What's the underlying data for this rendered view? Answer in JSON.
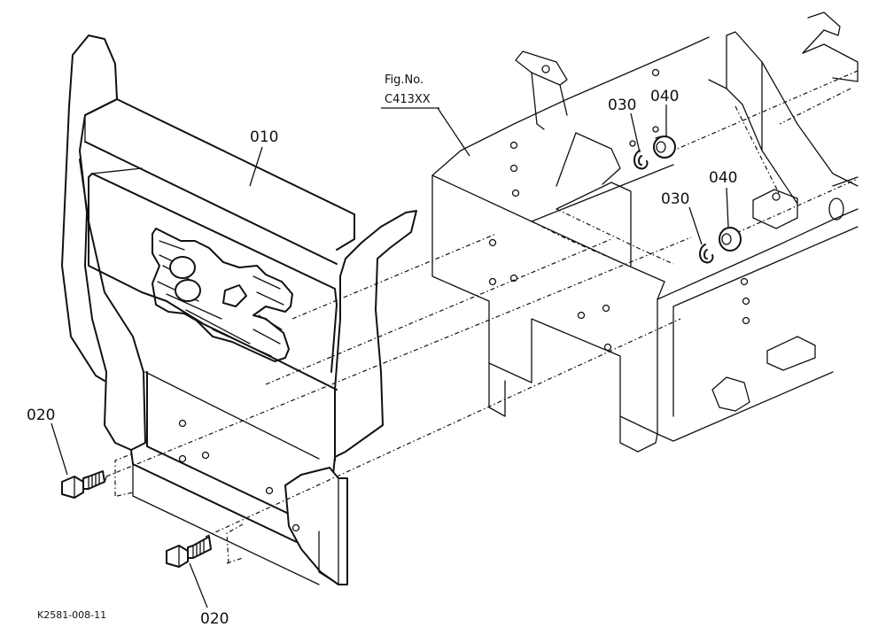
{
  "labels": {
    "part_010": "010",
    "part_020_upper": "020",
    "part_020_lower": "020",
    "part_030_upper": "030",
    "part_040_upper": "040",
    "part_030_lower": "030",
    "part_040_lower": "040",
    "fig_no_title": "Fig.No.",
    "fig_no_value": "C413XX",
    "drawing_code": "K2581-008-11"
  }
}
